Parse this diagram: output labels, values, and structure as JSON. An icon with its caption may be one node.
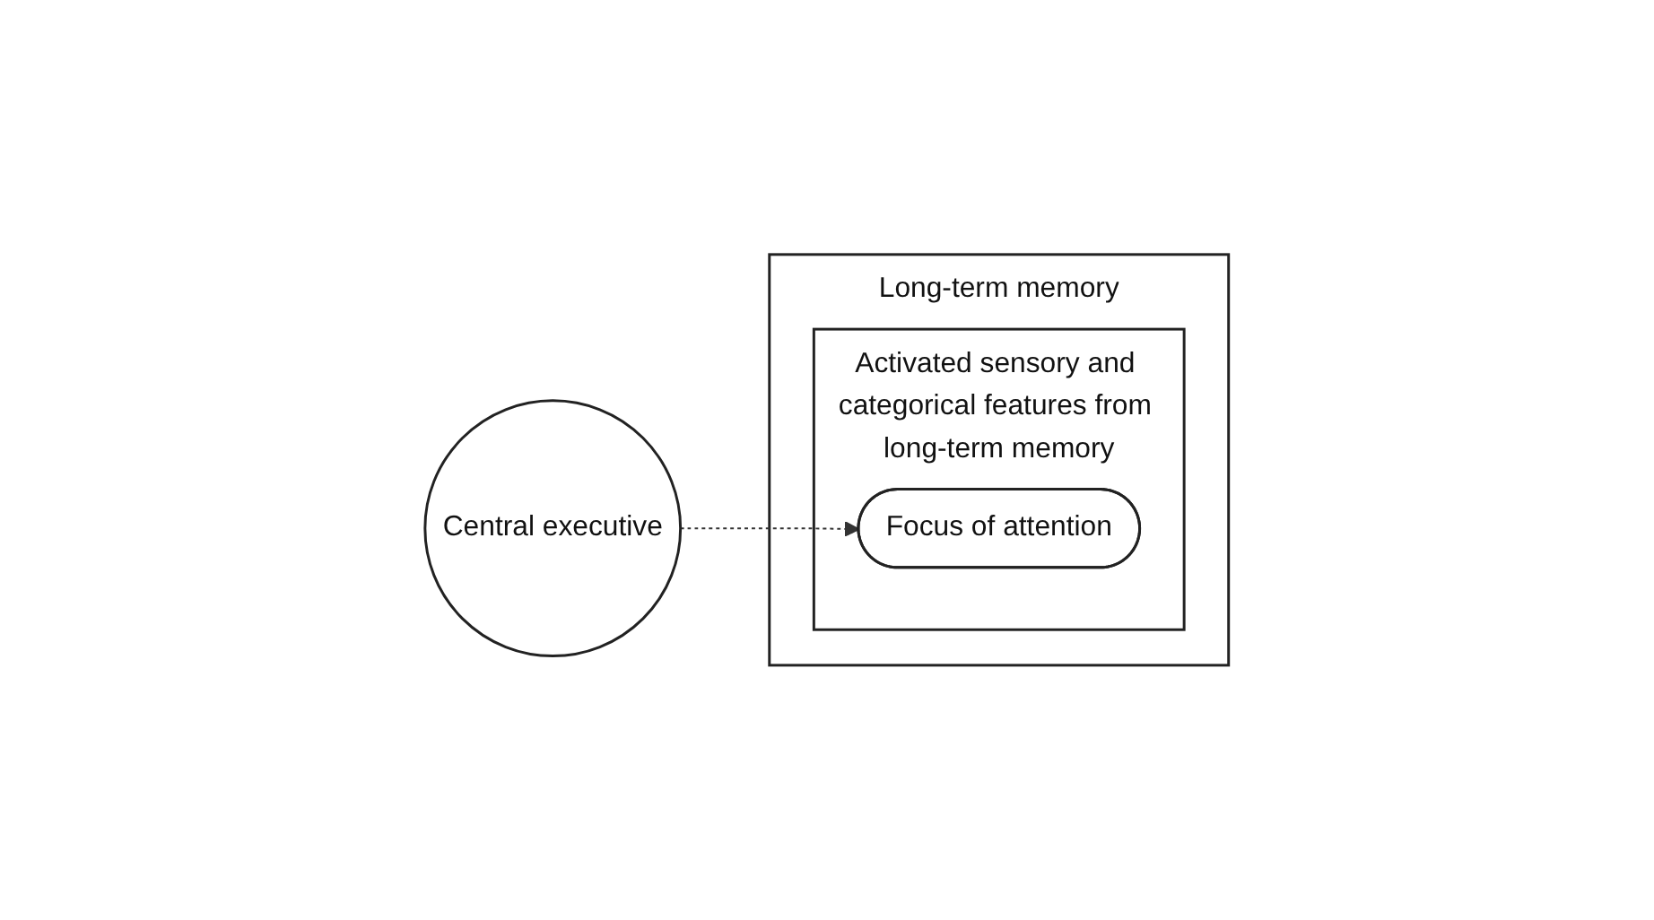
{
  "diagram": {
    "nodes": [
      {
        "text": [
          "Central executive"
        ]
      },
      {
        "text": [
          "Long-term memory"
        ]
      },
      {
        "text": [
          "Activated sensory and categorical features from long-term memory"
        ],
        "in": 1
      },
      {
        "text": [
          "Focus of attention"
        ],
        "in": 2
      }
    ],
    "edges": [
      {
        "from": 0,
        "to": 3,
        "arrow": "to",
        "style": "dashed"
      }
    ]
  }
}
